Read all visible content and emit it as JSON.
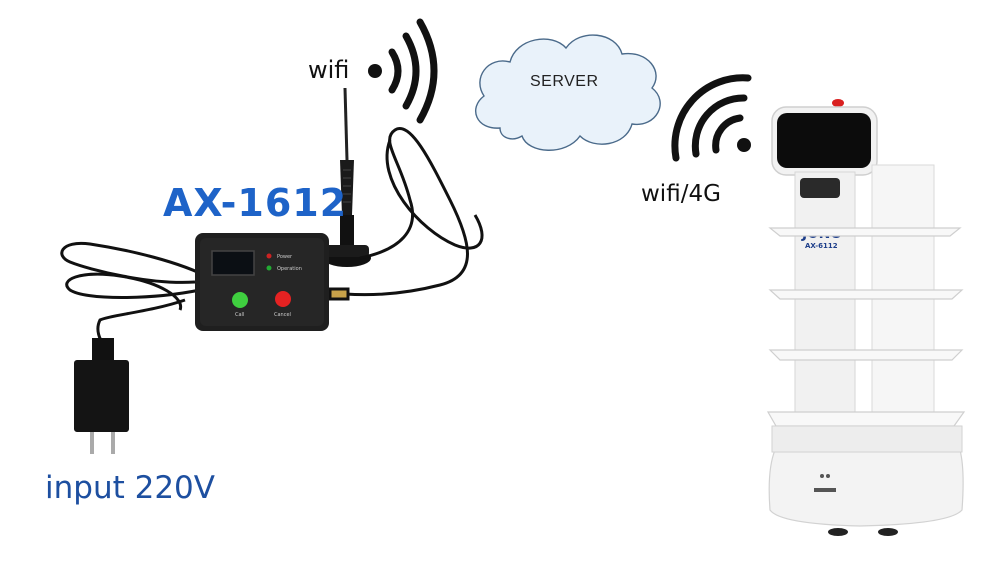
{
  "labels": {
    "wifi": "wifi",
    "wifi_4g": "wifi/4G",
    "server": "SERVER",
    "device_model": "AX-1612",
    "power_input": "input 220V"
  },
  "device": {
    "led_power": "Power",
    "led_operation": "Operation",
    "button_call": "Call",
    "button_cancel": "Cancel"
  },
  "robot": {
    "brand": "JUNO",
    "model": "AX-6112"
  },
  "colors": {
    "model_label": "#1e63c8",
    "input_label": "#1d4fa0",
    "cloud_fill": "#e9f2fa",
    "cloud_stroke": "#4a6a8a",
    "call_button": "#3fcf3f",
    "cancel_button": "#e52222"
  }
}
